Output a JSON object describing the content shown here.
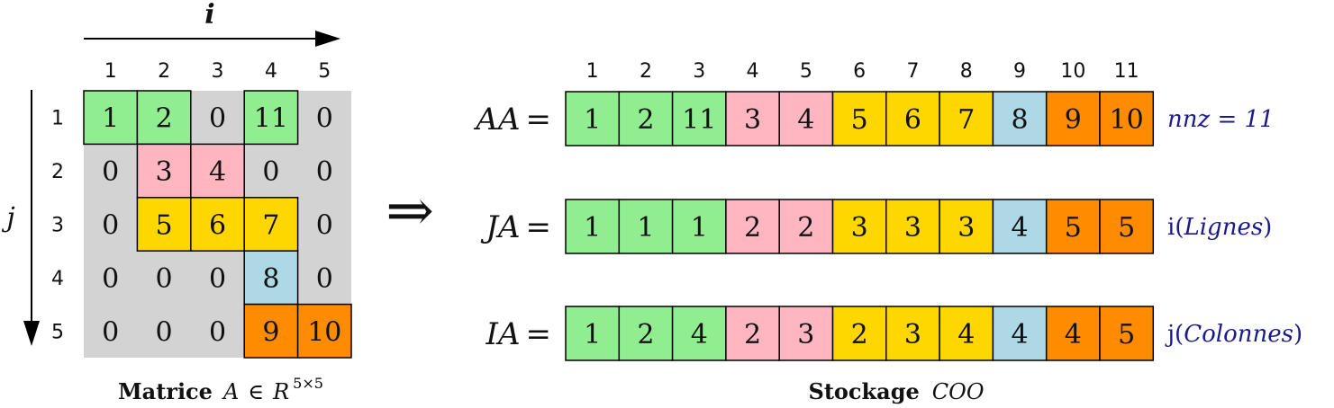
{
  "colors": {
    "green": "#90EE90",
    "pink": "#FFB6C1",
    "gold": "#FFD700",
    "lightblue": "#ADD8E6",
    "orange": "#FF8C00",
    "gray": "#D3D3D3",
    "annotation": "#1a1a8c"
  },
  "matrix": {
    "axis_i_label": "i",
    "axis_j_label": "j",
    "col_indices": [
      "1",
      "2",
      "3",
      "4",
      "5"
    ],
    "row_indices": [
      "1",
      "2",
      "3",
      "4",
      "5"
    ],
    "cells": [
      [
        {
          "v": "1",
          "c": "green"
        },
        {
          "v": "2",
          "c": "green"
        },
        {
          "v": "0",
          "c": "gray"
        },
        {
          "v": "11",
          "c": "green"
        },
        {
          "v": "0",
          "c": "gray"
        }
      ],
      [
        {
          "v": "0",
          "c": "gray"
        },
        {
          "v": "3",
          "c": "pink"
        },
        {
          "v": "4",
          "c": "pink"
        },
        {
          "v": "0",
          "c": "gray"
        },
        {
          "v": "0",
          "c": "gray"
        }
      ],
      [
        {
          "v": "0",
          "c": "gray"
        },
        {
          "v": "5",
          "c": "gold"
        },
        {
          "v": "6",
          "c": "gold"
        },
        {
          "v": "7",
          "c": "gold"
        },
        {
          "v": "0",
          "c": "gray"
        }
      ],
      [
        {
          "v": "0",
          "c": "gray"
        },
        {
          "v": "0",
          "c": "gray"
        },
        {
          "v": "0",
          "c": "gray"
        },
        {
          "v": "8",
          "c": "lightblue"
        },
        {
          "v": "0",
          "c": "gray"
        }
      ],
      [
        {
          "v": "0",
          "c": "gray"
        },
        {
          "v": "0",
          "c": "gray"
        },
        {
          "v": "0",
          "c": "gray"
        },
        {
          "v": "9",
          "c": "orange"
        },
        {
          "v": "10",
          "c": "orange"
        }
      ]
    ],
    "caption_bold": "Matrice",
    "caption_math": "A",
    "caption_in": "∈",
    "caption_R": "R",
    "caption_sup": "5×5"
  },
  "implies_symbol": "⇒",
  "storage": {
    "indices": [
      "1",
      "2",
      "3",
      "4",
      "5",
      "6",
      "7",
      "8",
      "9",
      "10",
      "11"
    ],
    "cell_colors": [
      "green",
      "green",
      "green",
      "pink",
      "pink",
      "gold",
      "gold",
      "gold",
      "lightblue",
      "orange",
      "orange"
    ],
    "arrays": [
      {
        "name": "AA",
        "eq": "=",
        "values": [
          "1",
          "2",
          "11",
          "3",
          "4",
          "5",
          "6",
          "7",
          "8",
          "9",
          "10"
        ],
        "note_prefix": "",
        "note_math": "nnz = 11",
        "note_suffix": ""
      },
      {
        "name": "JA",
        "eq": "=",
        "values": [
          "1",
          "1",
          "1",
          "2",
          "2",
          "3",
          "3",
          "3",
          "4",
          "5",
          "5"
        ],
        "note_prefix": "i(",
        "note_math": "Lignes",
        "note_suffix": ")"
      },
      {
        "name": "IA",
        "eq": "=",
        "values": [
          "1",
          "2",
          "4",
          "2",
          "3",
          "2",
          "3",
          "4",
          "4",
          "4",
          "5"
        ],
        "note_prefix": "j(",
        "note_math": "Colonnes",
        "note_suffix": ")"
      }
    ],
    "caption_bold": "Stockage",
    "caption_math": "COO"
  }
}
